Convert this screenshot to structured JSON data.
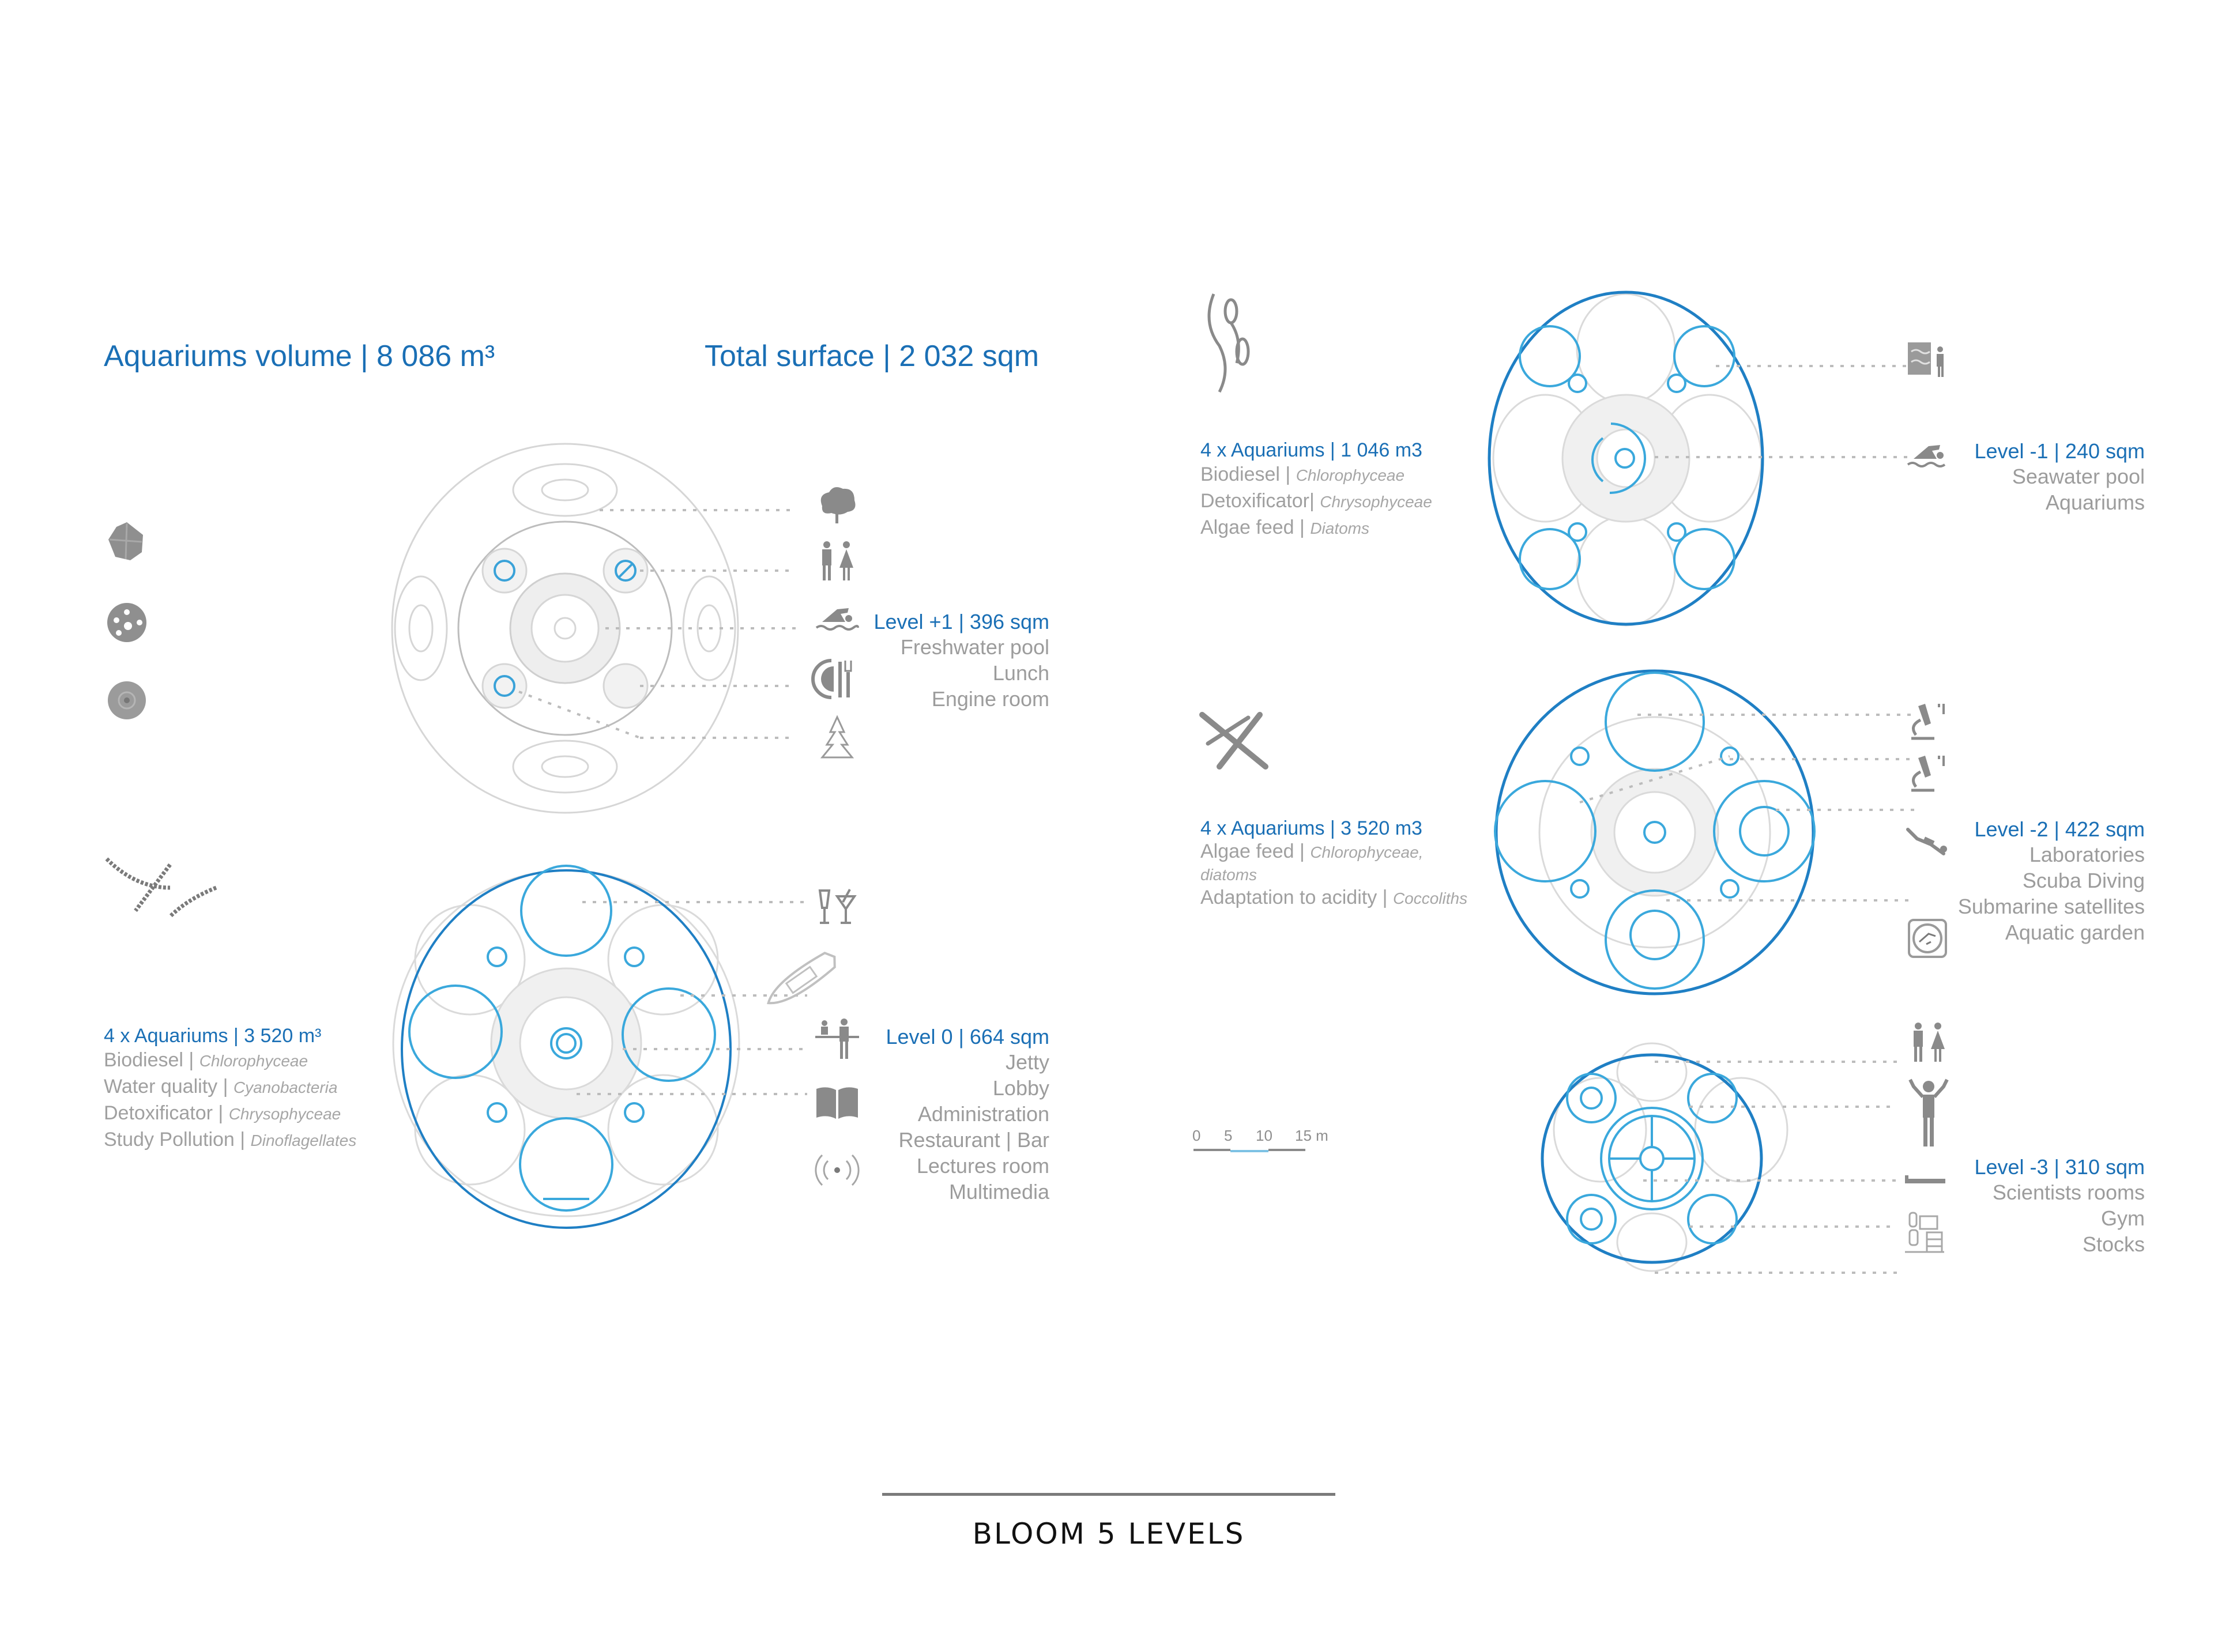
{
  "header": {
    "aquariums_volume": "Aquariums volume | 8 086 m³",
    "total_surface": "Total surface | 2 032 sqm"
  },
  "colors": {
    "accent_blue": "#1a6fb5",
    "light_blue": "#4ab0dc",
    "text_gray": "#9c9c9c",
    "line_gray": "#c8c8c8",
    "icon_gray": "#8a8a8a"
  },
  "levels": [
    {
      "id": "level-plus-1",
      "title": "Level +1 | 396 sqm",
      "items": [
        "Freshwater pool",
        "Lunch",
        "Engine room"
      ],
      "icons": [
        "tree-icon",
        "restroom-icon",
        "swimming-icon",
        "restaurant-icon",
        "pine-tree-icon"
      ]
    },
    {
      "id": "level-0",
      "title": "Level 0 | 664 sqm",
      "items": [
        "Jetty",
        "Lobby",
        "Administration",
        "Restaurant | Bar",
        "Lectures room",
        "Multimedia"
      ],
      "icons": [
        "bar-drinks-icon",
        "boat-icon",
        "reception-desk-icon",
        "open-book-icon",
        "wifi-broadcast-icon"
      ]
    },
    {
      "id": "level-minus-1",
      "title": "Level -1 | 240 sqm",
      "items": [
        "Seawater pool",
        "Aquariums"
      ],
      "icons": [
        "aquarium-viewer-icon",
        "swimming-icon"
      ]
    },
    {
      "id": "level-minus-2",
      "title": "Level -2 | 422 sqm",
      "items": [
        "Laboratories",
        "Scuba Diving",
        "Submarine satellites",
        "Aquatic garden"
      ],
      "icons": [
        "microscope-icon",
        "microscope-icon",
        "scuba-diver-icon",
        "submarine-porthole-icon"
      ]
    },
    {
      "id": "level-minus-3",
      "title": "Level -3 | 310 sqm",
      "items": [
        "Scientists rooms",
        "Gym",
        "Stocks"
      ],
      "icons": [
        "restroom-icon",
        "gym-person-icon",
        "bed-icon",
        "storage-icon"
      ]
    }
  ],
  "aquarium_groups": [
    {
      "id": "aquariums-level-0",
      "title": "4 x Aquariums | 3 520 m³",
      "rows": [
        {
          "use": "Biodiesel | ",
          "species": "Chlorophyceae"
        },
        {
          "use": "Water quality | ",
          "species": "Cyanobacteria"
        },
        {
          "use": "Detoxificator | ",
          "species": "Chrysophyceae"
        },
        {
          "use": "Study Pollution | ",
          "species": "Dinoflagellates"
        }
      ]
    },
    {
      "id": "aquariums-level-minus-1",
      "title": "4 x Aquariums | 1 046 m3",
      "rows": [
        {
          "use": "Biodiesel | ",
          "species": "Chlorophyceae"
        },
        {
          "use": "Detoxificator| ",
          "species": "Chrysophyceae"
        },
        {
          "use": "Algae feed | ",
          "species": "Diatoms"
        }
      ]
    },
    {
      "id": "aquariums-level-minus-2",
      "title": "4 x Aquariums | 3 520 m3",
      "rows": [
        {
          "use": "Algae feed | ",
          "species": "Chlorophyceae,"
        },
        {
          "use": "",
          "species": "diatoms"
        },
        {
          "use": "Adaptation to acidity | ",
          "species": "Coccoliths"
        }
      ]
    }
  ],
  "scale_bar": {
    "ticks": [
      "0",
      "5",
      "10",
      "15 m"
    ]
  },
  "footer": {
    "title": "BLOOM 5 LEVELS"
  }
}
